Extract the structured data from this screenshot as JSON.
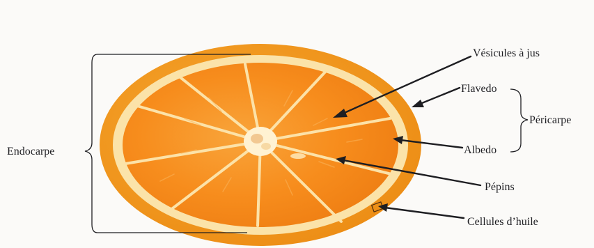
{
  "labels": {
    "endocarpe": "Endocarpe",
    "vesicules": "Vésicules à jus",
    "flavedo": "Flavedo",
    "pericarpe": "Péricarpe",
    "albedo": "Albedo",
    "pepins": "Pépins",
    "cellules": "Cellules d’huile"
  },
  "colors": {
    "rind": "#f29a1e",
    "albedo": "#fbe3a9",
    "pulp": "#f78d1d",
    "segment_line": "#fce2a8",
    "core": "#fff2d2",
    "ink": "#1e1e22"
  }
}
